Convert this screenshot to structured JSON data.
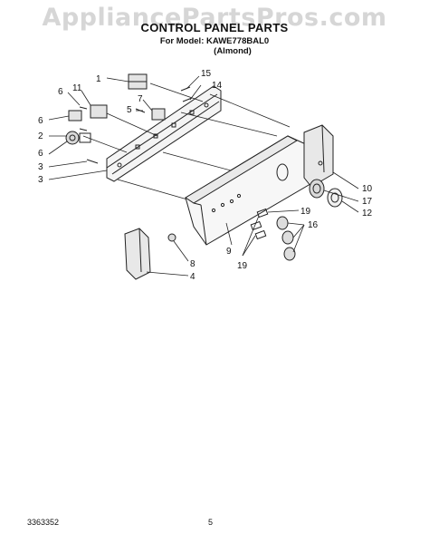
{
  "watermark": "AppliancePartsPros.com",
  "title": "CONTROL PANEL PARTS",
  "model_line": "For Model: KAWE778BAL0",
  "color_line": "(Almond)",
  "callouts": [
    "1",
    "15",
    "14",
    "6",
    "11",
    "7",
    "5",
    "6",
    "2",
    "6",
    "3",
    "10",
    "17",
    "12",
    "19",
    "16",
    "9",
    "19",
    "8",
    "4"
  ],
  "footer": {
    "doc_number": "3363352",
    "page_number": "5"
  }
}
